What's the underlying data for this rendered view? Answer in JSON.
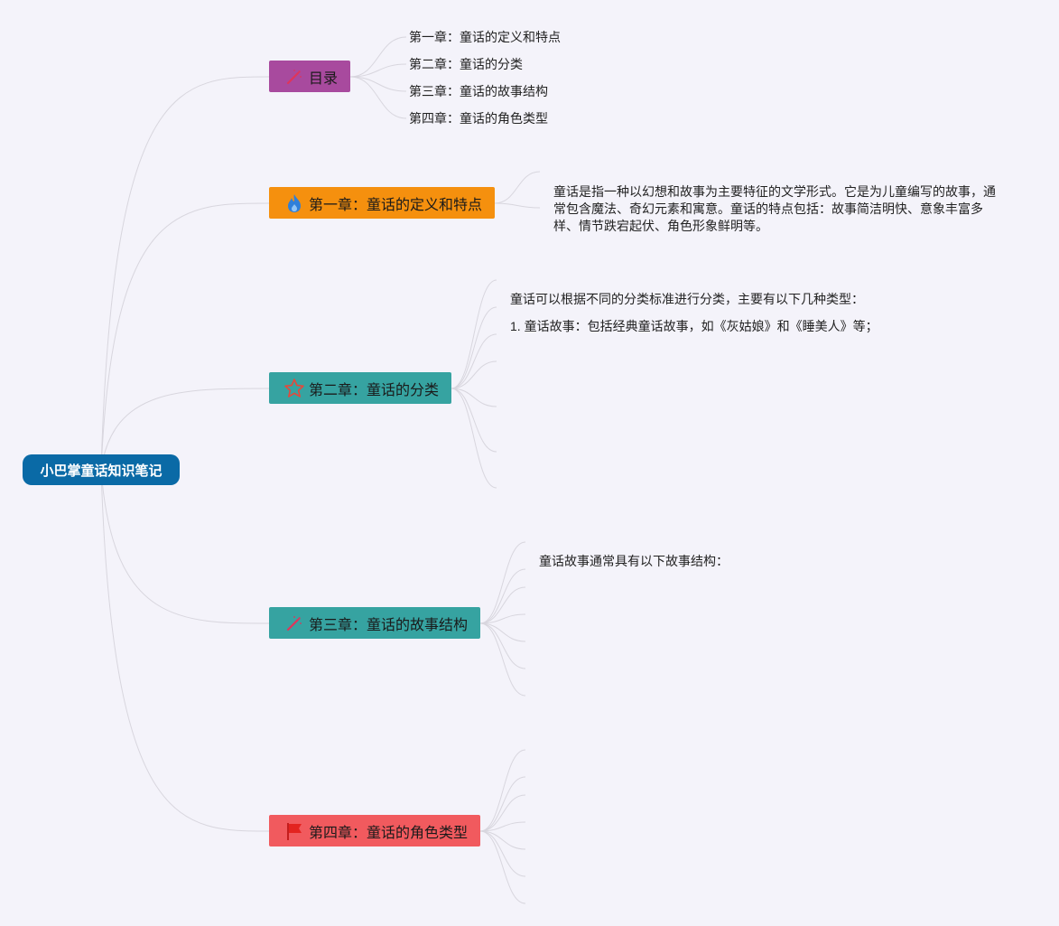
{
  "root": {
    "label": "小巴掌童话知识笔记"
  },
  "branches": [
    {
      "id": "toc",
      "label": "目录",
      "icon": "wand-icon",
      "color": "#a84a9e"
    },
    {
      "id": "ch1",
      "label": "第一章：童话的定义和特点",
      "icon": "flame-icon",
      "color": "#f5900e"
    },
    {
      "id": "ch2",
      "label": "第二章：童话的分类",
      "icon": "star-icon",
      "color": "#36a3a1"
    },
    {
      "id": "ch3",
      "label": "第三章：童话的故事结构",
      "icon": "wand-icon",
      "color": "#36a3a1"
    },
    {
      "id": "ch4",
      "label": "第四章：童话的角色类型",
      "icon": "flag-icon",
      "color": "#f15a5e"
    }
  ],
  "toc_items": [
    "第一章：童话的定义和特点",
    "第二章：童话的分类",
    "第三章：童话的故事结构",
    "第四章：童话的角色类型"
  ],
  "ch1_text": "童话是指一种以幻想和故事为主要特征的文学形式。它是为儿童编写的故事，通常包含魔法、奇幻元素和寓意。童话的特点包括：故事简洁明快、意象丰富多样、情节跌宕起伏、角色形象鲜明等。",
  "ch2_items": [
    "童话可以根据不同的分类标准进行分类，主要有以下几种类型：",
    "1. 童话故事：包括经典童话故事，如《灰姑娘》和《睡美人》等；"
  ],
  "ch3_items": [
    "童话故事通常具有以下故事结构："
  ],
  "colors": {
    "background": "#f4f3fa",
    "line": "#d8d6de",
    "root": "#0a6aa6"
  }
}
